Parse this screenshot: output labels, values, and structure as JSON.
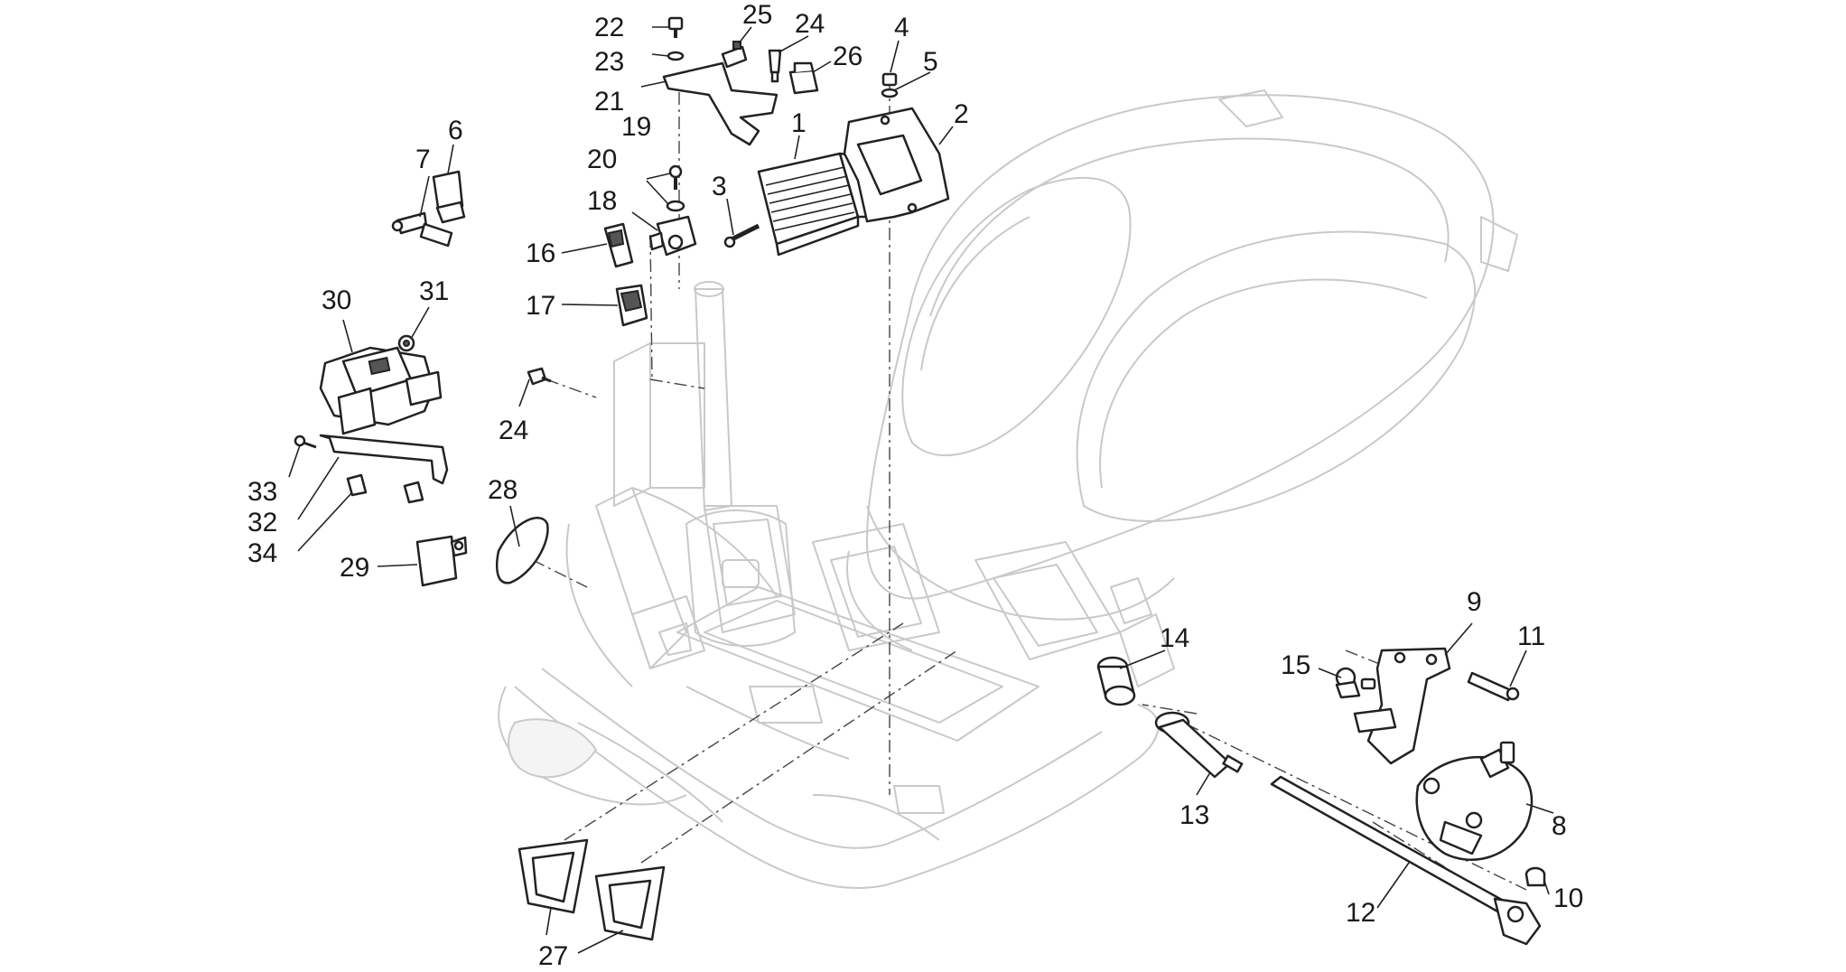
{
  "diagram": {
    "labels": {
      "c1": "1",
      "c2": "2",
      "c3": "3",
      "c4": "4",
      "c5": "5",
      "c6": "6",
      "c7": "7",
      "c8": "8",
      "c9": "9",
      "c10": "10",
      "c11": "11",
      "c12": "12",
      "c13": "13",
      "c14": "14",
      "c15": "15",
      "c16": "16",
      "c17": "17",
      "c18": "18",
      "c19": "19",
      "c20": "20",
      "c21": "21",
      "c22": "22",
      "c23": "23",
      "c24a": "24",
      "c24b": "24",
      "c25": "25",
      "c26": "26",
      "c27": "27",
      "c28": "28",
      "c29": "29",
      "c30": "30",
      "c31": "31",
      "c32": "32",
      "c33": "33",
      "c34": "34"
    },
    "colors": {
      "ink": "#222222",
      "ghost": "#c9c9c9",
      "background": "#ffffff"
    }
  }
}
